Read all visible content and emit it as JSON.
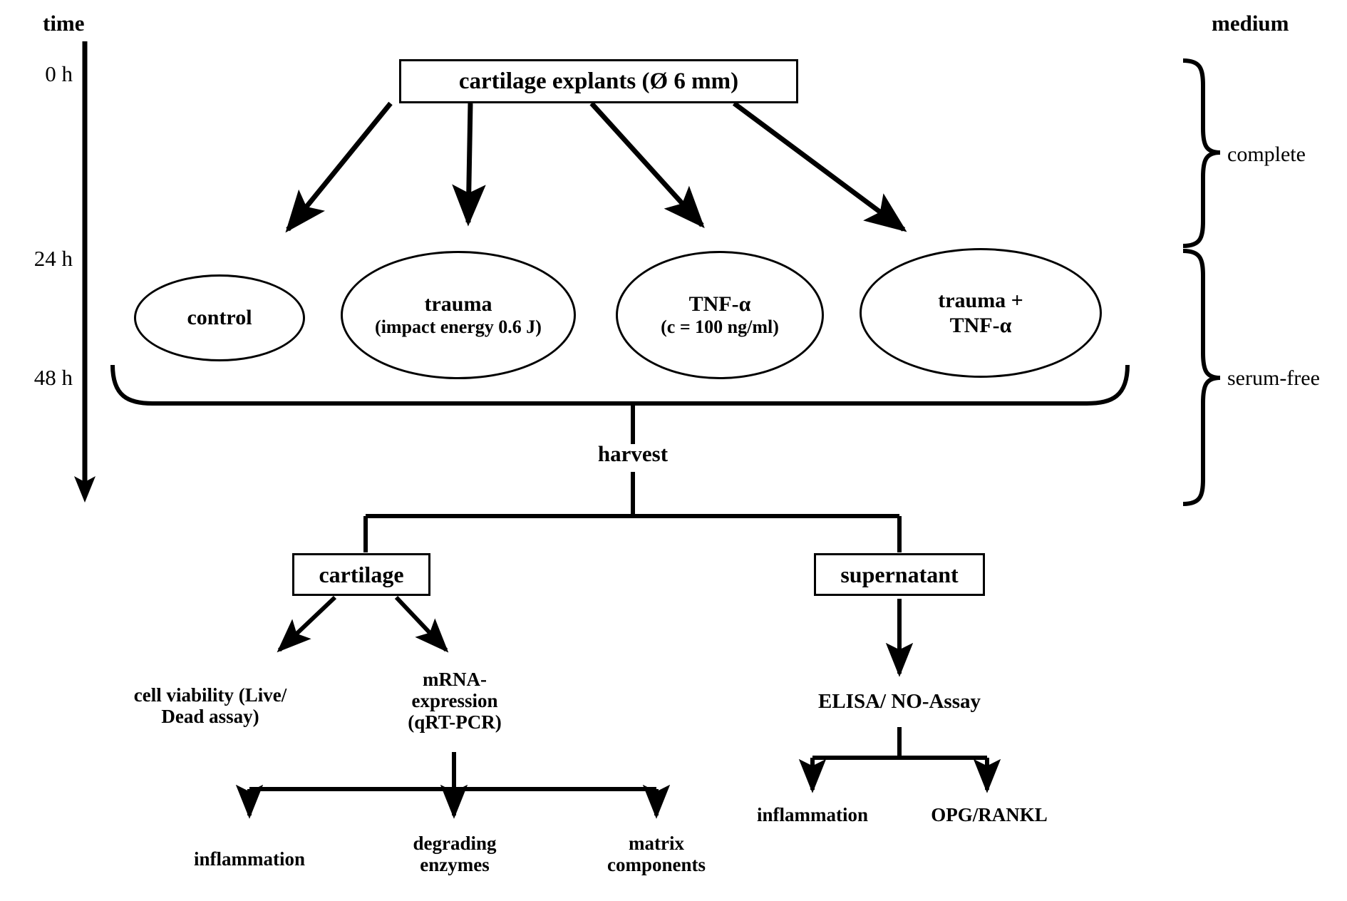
{
  "diagram": {
    "title_left": "time",
    "title_right": "medium",
    "timeline": {
      "ticks": [
        "0 h",
        "24 h",
        "48 h"
      ]
    },
    "source_box": {
      "label": "cartilage explants (Ø 6 mm)"
    },
    "groups": [
      {
        "name": "control",
        "line1": "control",
        "line2": ""
      },
      {
        "name": "trauma",
        "line1": "trauma",
        "line2": "(impact energy 0.6 J)"
      },
      {
        "name": "tnf-alpha",
        "line1": "TNF-α",
        "line2": "(c = 100 ng/ml)"
      },
      {
        "name": "trauma-tnf",
        "line1": "trauma +",
        "line2": "TNF-α"
      }
    ],
    "medium_labels": [
      {
        "name": "complete",
        "label": "complete"
      },
      {
        "name": "serum-free",
        "label": "serum-free"
      }
    ],
    "harvest": {
      "label": "harvest"
    },
    "fractions": [
      {
        "name": "cartilage",
        "label": "cartilage"
      },
      {
        "name": "supernatant",
        "label": "supernatant"
      }
    ],
    "cartilage_assays": [
      {
        "name": "cell-viability",
        "label": "cell viability (Live/\nDead assay)"
      },
      {
        "name": "mrna-expression",
        "label": "mRNA-\nexpression\n(qRT-PCR)"
      }
    ],
    "mrna_outputs": [
      {
        "name": "inflammation",
        "label": "inflammation"
      },
      {
        "name": "degrading-enzymes",
        "label": "degrading\nenzymes"
      },
      {
        "name": "matrix-components",
        "label": "matrix\ncomponents"
      }
    ],
    "supernatant_assay": {
      "label": "ELISA/ NO-Assay"
    },
    "supernatant_outputs": [
      {
        "name": "inflammation",
        "label": "inflammation"
      },
      {
        "name": "opg-rankl",
        "label": "OPG/RANKL"
      }
    ],
    "colors": {
      "ink": "#000000",
      "paper": "#ffffff"
    }
  }
}
